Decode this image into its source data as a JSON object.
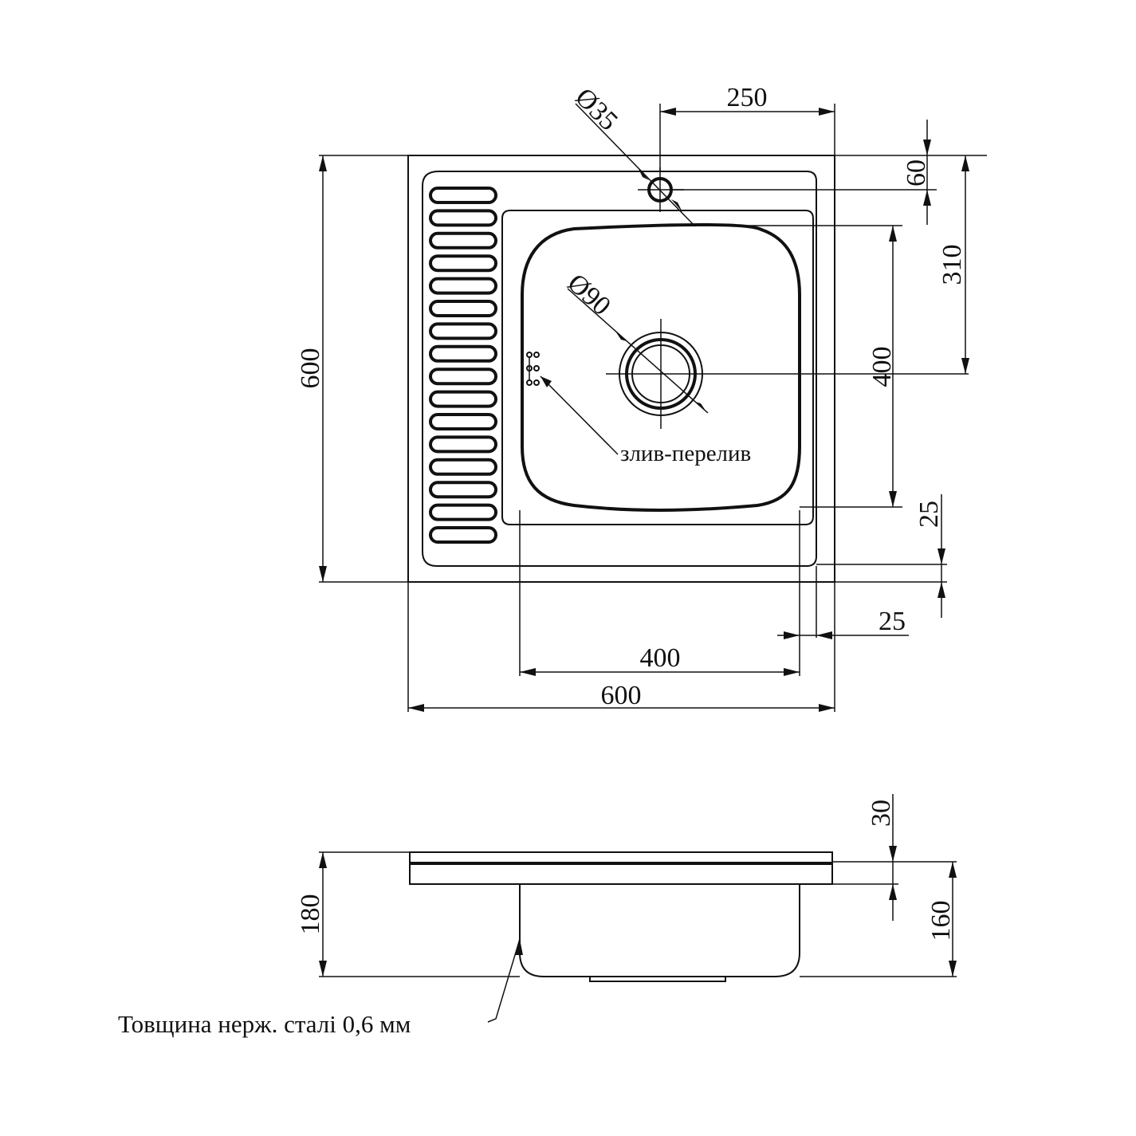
{
  "dimensions": {
    "hole_diameter": "Ø35",
    "hole_offset_x": "250",
    "hole_offset_y": "60",
    "drain_offset_y": "310",
    "total_height": "600",
    "bowl_height": "400",
    "drain_diameter": "Ø90",
    "bottom_margin": "25",
    "right_margin": "25",
    "bowl_width": "400",
    "total_width": "600",
    "rim_height": "30",
    "overall_depth": "180",
    "bowl_depth": "160"
  },
  "labels": {
    "overflow": "злив-перелив",
    "thickness_note": "Товщина нерж. сталі 0,6 мм"
  }
}
